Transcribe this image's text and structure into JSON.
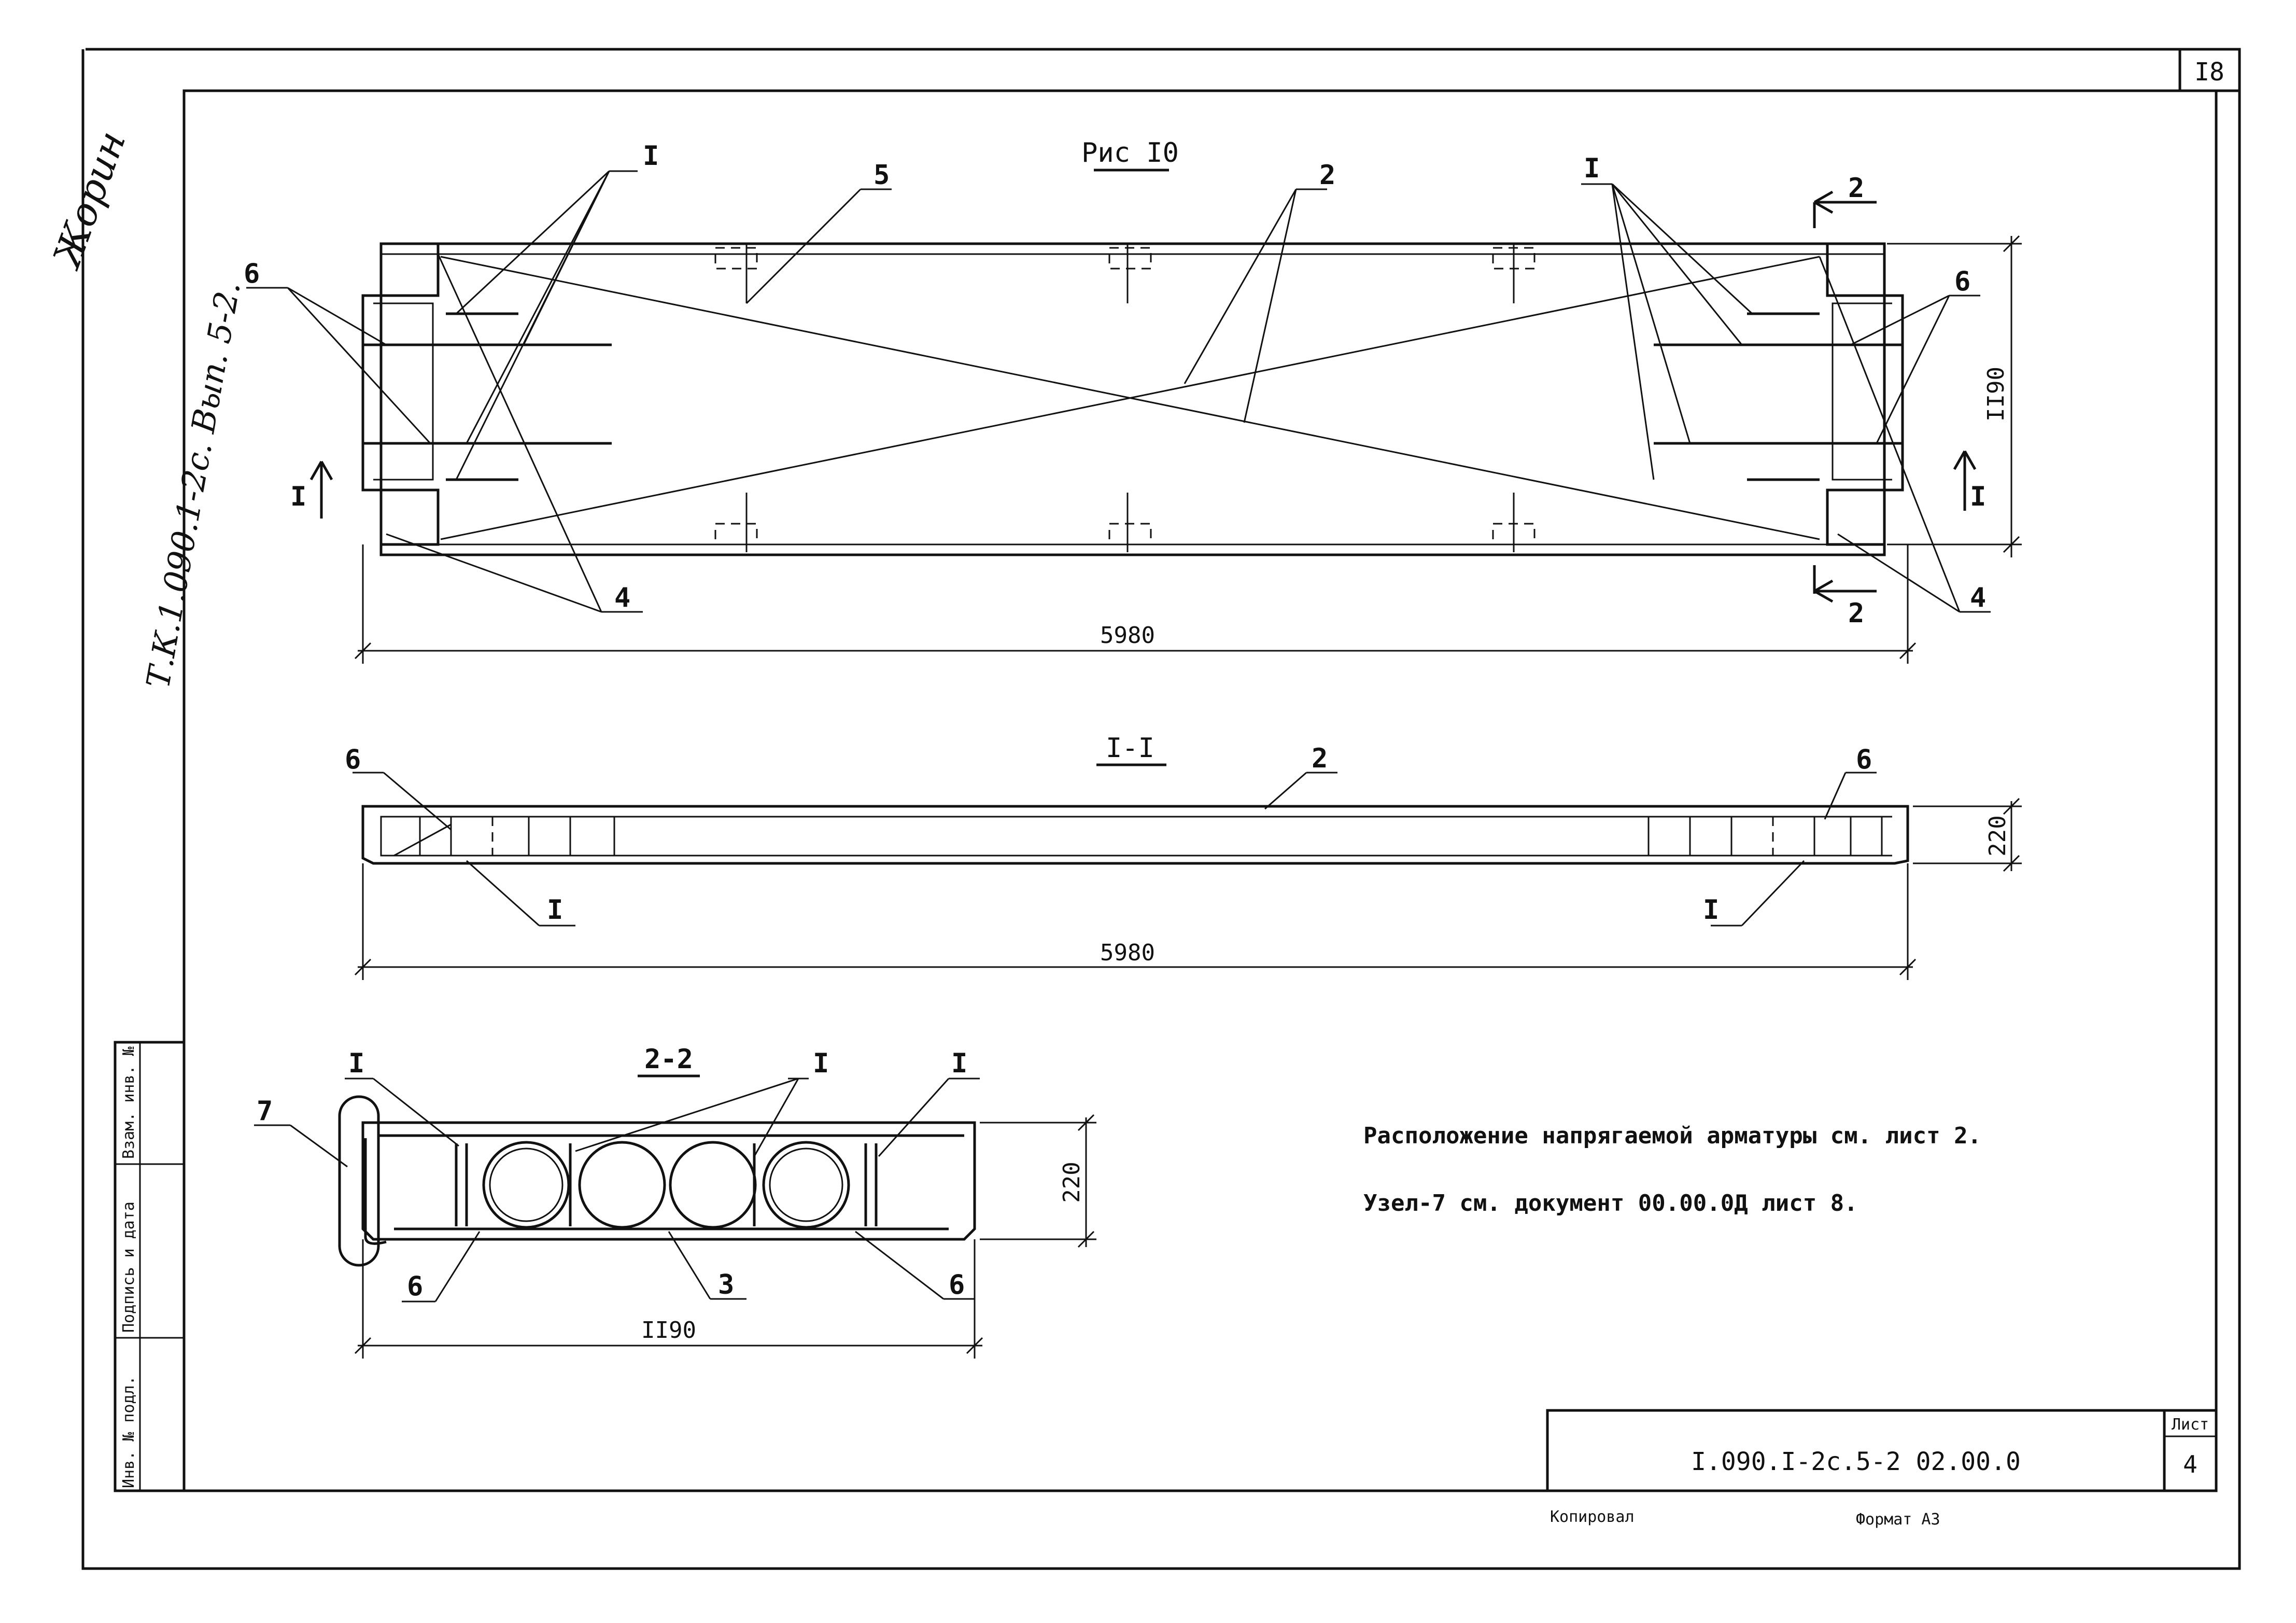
{
  "sheet": {
    "page_number": "I8",
    "side_note": "Т.К.1.090.1-2с. Вып. 5-2.",
    "signature": "Жорин"
  },
  "plan": {
    "title": "Рис I0",
    "length_dim": "5980",
    "width_dim": "II90",
    "labels": {
      "l1_left": "I",
      "l1_right": "I",
      "l2": "2",
      "l5": "5",
      "l6_left": "6",
      "l6_right": "6",
      "l4_left": "4",
      "l4_right": "4",
      "cut_I_left": "I",
      "cut_I_right": "I",
      "cut_2_top": "2",
      "cut_2_bottom": "2"
    }
  },
  "section_I": {
    "title": "I-I",
    "length_dim": "5980",
    "height_dim": "220",
    "labels": {
      "l6_left": "6",
      "l2": "2",
      "l6_right": "6",
      "lI_left": "I",
      "lI_right": "I"
    }
  },
  "section_2": {
    "title": "2-2",
    "width_dim": "II90",
    "height_dim": "220",
    "labels": {
      "l7": "7",
      "lI_a": "I",
      "lI_b": "I",
      "lI_c": "I",
      "l6_left": "6",
      "l3": "3",
      "l6_right": "6"
    }
  },
  "notes": [
    "Расположение напрягаемой арматуры см. лист 2.",
    "Узел-7 см. документ 00.00.0Д лист 8."
  ],
  "left_strip": [
    "Инв. № подл.",
    "Подпись и дата",
    "Взам. инв. №"
  ],
  "title_block": {
    "document_code": "I.090.I-2с.5-2  02.00.0",
    "sheet_label": "Лист",
    "sheet_number": "4"
  },
  "footer": {
    "copied": "Копировал",
    "format": "Формат А3"
  }
}
